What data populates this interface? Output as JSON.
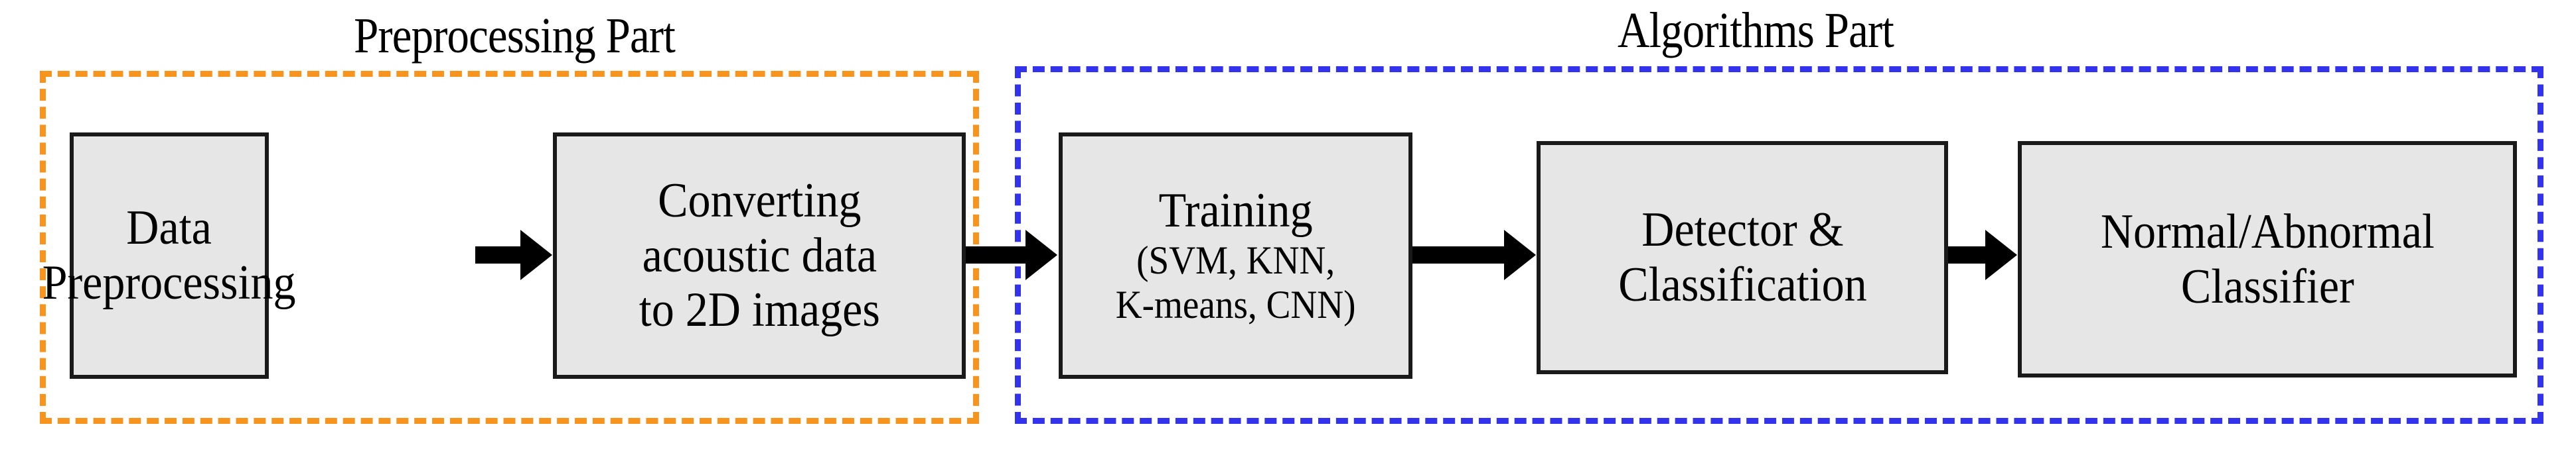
{
  "diagram": {
    "title": "Acoustic anomaly detection pipeline",
    "colors": {
      "preprocessing_border": "#F7941E",
      "algorithms_border": "#3333EE",
      "box_fill": "#E6E6E6",
      "box_border": "#1A1A1A",
      "arrow": "#000000",
      "background": "#FFFFFF"
    },
    "groups": [
      {
        "id": "preprocessing",
        "label": "Preprocessing Part",
        "border_style": "dashed",
        "border_color": "#F7941E"
      },
      {
        "id": "algorithms",
        "label": "Algorithms Part",
        "border_style": "dashed",
        "border_color": "#3333EE"
      }
    ],
    "nodes": [
      {
        "id": "data-preprocessing",
        "group": "preprocessing",
        "lines": [
          "Data",
          "Preprocessing"
        ]
      },
      {
        "id": "converting",
        "group": "preprocessing",
        "lines": [
          "Converting",
          "acoustic data",
          "to 2D images"
        ]
      },
      {
        "id": "training",
        "group": "algorithms",
        "lines": [
          "Training",
          "(SVM, KNN,",
          "K-means,  CNN)"
        ]
      },
      {
        "id": "detector",
        "group": "algorithms",
        "lines": [
          "Detector &",
          "Classification"
        ]
      },
      {
        "id": "classifier",
        "group": "algorithms",
        "lines": [
          "Normal/Abnormal",
          "Classifier"
        ]
      }
    ],
    "arrows": [
      {
        "id": "arrow-1",
        "from": "data-preprocessing",
        "to": "converting",
        "direction": "right"
      },
      {
        "id": "arrow-2",
        "from": "converting",
        "to": "training",
        "direction": "right"
      },
      {
        "id": "arrow-3",
        "from": "training",
        "to": "detector",
        "direction": "right"
      },
      {
        "id": "arrow-4",
        "from": "detector",
        "to": "classifier",
        "direction": "right"
      }
    ]
  },
  "text": {
    "group_preprocessing_label": "Preprocessing Part",
    "group_algorithms_label": "Algorithms Part",
    "node1_line1": "Data",
    "node1_line2": "Preprocessing",
    "node2_line1": "Converting",
    "node2_line2": "acoustic data",
    "node2_line3": "to 2D images",
    "node3_line1": "Training",
    "node3_line2": "(SVM, KNN,",
    "node3_line3": "K-means,  CNN)",
    "node4_line1": "Detector &",
    "node4_line2": "Classification",
    "node5_line1": "Normal/Abnormal",
    "node5_line2": "Classifier"
  }
}
